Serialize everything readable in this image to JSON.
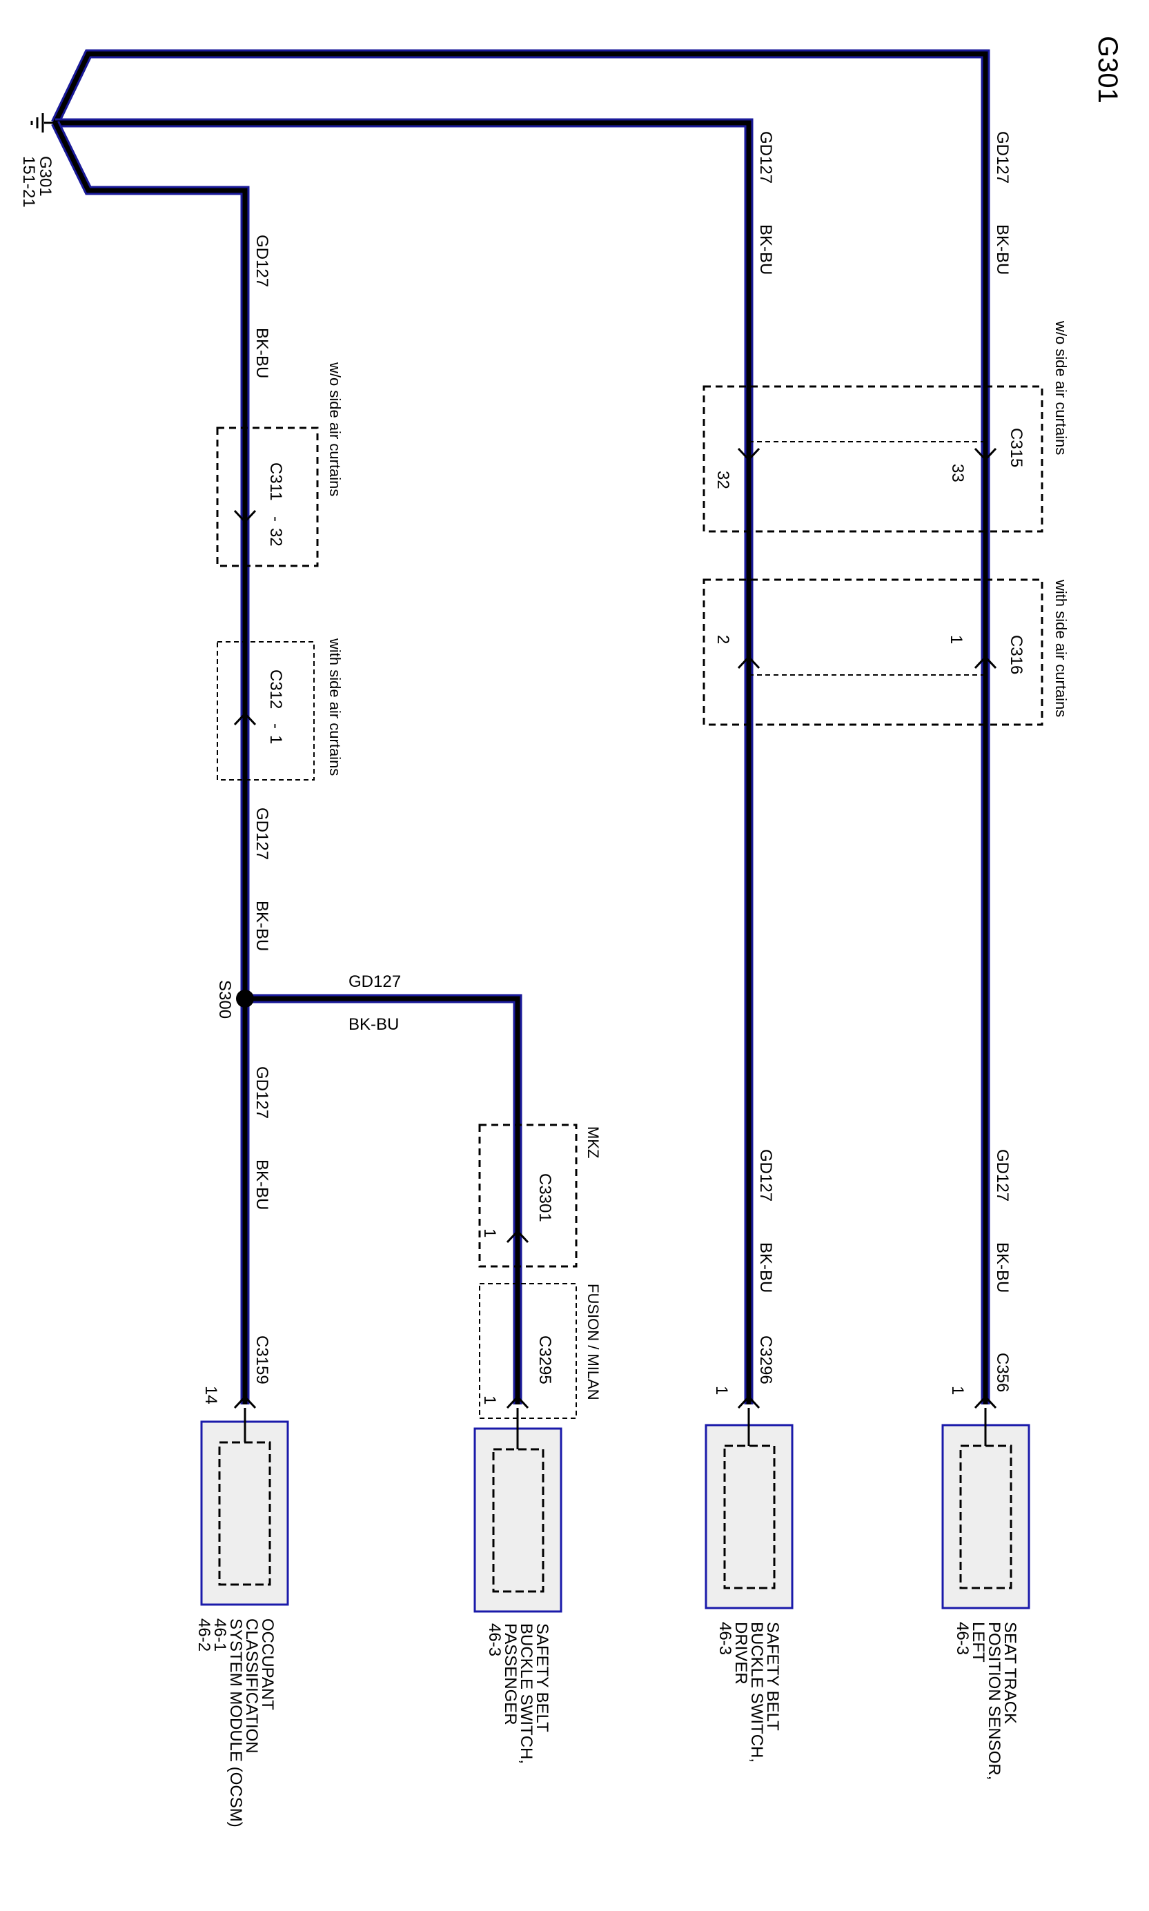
{
  "title": "G301",
  "ground": {
    "id": "G301",
    "ref": "151-21"
  },
  "wire": {
    "circuit": "GD127",
    "color": "BK-BU"
  },
  "splice": "S300",
  "connectors": {
    "c311": {
      "name": "C311",
      "pin": "32",
      "note": "w/o side air curtains"
    },
    "c312": {
      "name": "C312",
      "pin": "1",
      "note": "with side air curtains"
    },
    "c315": {
      "name": "C315",
      "pin_a": "33",
      "pin_b": "32",
      "note": "w/o side air curtains"
    },
    "c316": {
      "name": "C316",
      "pin_a": "1",
      "pin_b": "2",
      "note": "with side air curtains"
    },
    "c3301": {
      "name": "C3301",
      "pin": "1",
      "note": "MKZ"
    },
    "c3295": {
      "name": "C3295",
      "pin": "1",
      "note": "FUSION / MILAN"
    },
    "c3159": {
      "name": "C3159",
      "pin": "14"
    },
    "c3296": {
      "name": "C3296",
      "pin": "1"
    },
    "c356": {
      "name": "C356",
      "pin": "1"
    }
  },
  "components": {
    "ocsm": {
      "lines": [
        "OCCUPANT",
        "CLASSIFICATION",
        "SYSTEM MODULE (OCSM)",
        "46-1",
        "46-2"
      ]
    },
    "passenger": {
      "lines": [
        "SAFETY BELT",
        "BUCKLE SWITCH,",
        "PASSENGER",
        "46-3"
      ]
    },
    "driver": {
      "lines": [
        "SAFETY BELT",
        "BUCKLE SWITCH,",
        "DRIVER",
        "46-3"
      ]
    },
    "seat": {
      "lines": [
        "SEAT TRACK",
        "POSITION SENSOR,",
        "LEFT",
        "46-3"
      ]
    }
  }
}
